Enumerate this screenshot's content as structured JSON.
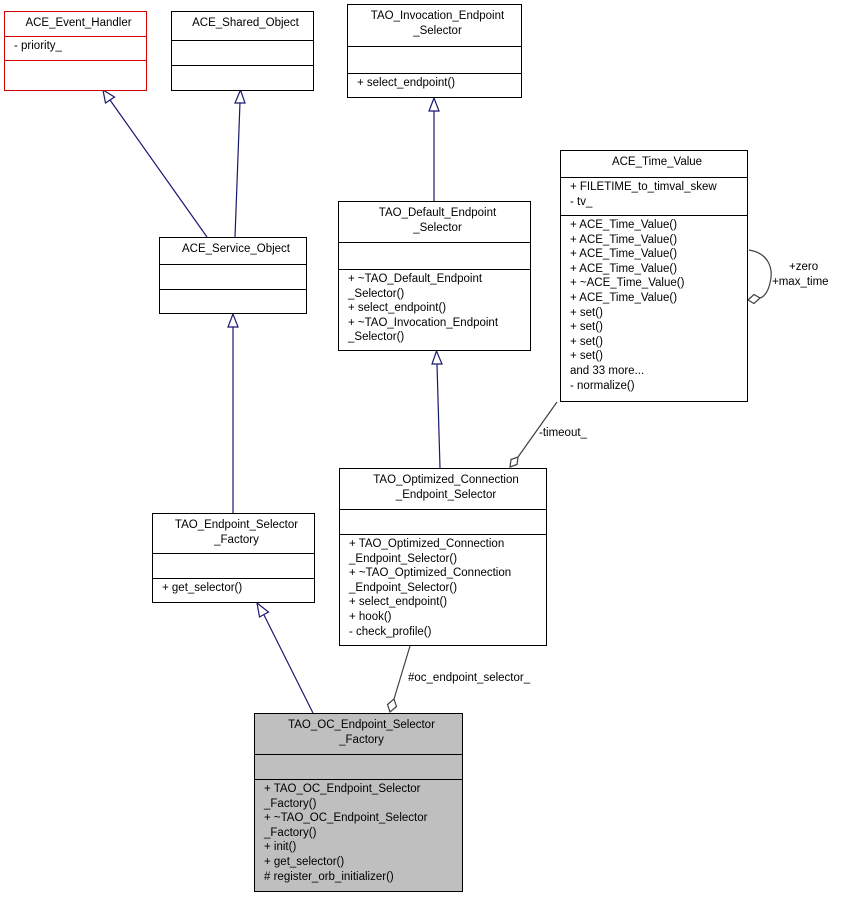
{
  "classes": {
    "event_handler": {
      "title": [
        "ACE_Event_Handler"
      ],
      "attributes": [
        "- priority_"
      ],
      "methods": []
    },
    "shared_object": {
      "title": [
        "ACE_Shared_Object"
      ],
      "attributes": [],
      "methods": []
    },
    "invocation_selector": {
      "title": [
        "TAO_Invocation_Endpoint",
        "_Selector"
      ],
      "attributes": [],
      "methods": [
        "+ select_endpoint()"
      ]
    },
    "time_value": {
      "title": [
        "ACE_Time_Value"
      ],
      "attributes": [
        "+ FILETIME_to_timval_skew",
        "- tv_"
      ],
      "methods": [
        "+ ACE_Time_Value()",
        "+ ACE_Time_Value()",
        "+ ACE_Time_Value()",
        "+ ACE_Time_Value()",
        "+ ~ACE_Time_Value()",
        "+ ACE_Time_Value()",
        "+ set()",
        "+ set()",
        "+ set()",
        "+ set()",
        "and 33 more...",
        "- normalize()"
      ]
    },
    "default_selector": {
      "title": [
        "TAO_Default_Endpoint",
        "_Selector"
      ],
      "attributes": [],
      "methods": [
        "+ ~TAO_Default_Endpoint",
        "_Selector()",
        "+ select_endpoint()",
        "+ ~TAO_Invocation_Endpoint",
        "_Selector()"
      ]
    },
    "service_object": {
      "title": [
        "ACE_Service_Object"
      ],
      "attributes": [],
      "methods": []
    },
    "optimized_selector": {
      "title": [
        "TAO_Optimized_Connection",
        "_Endpoint_Selector"
      ],
      "attributes": [],
      "methods": [
        "+ TAO_Optimized_Connection",
        "_Endpoint_Selector()",
        "+ ~TAO_Optimized_Connection",
        "_Endpoint_Selector()",
        "+ select_endpoint()",
        "+ hook()",
        "- check_profile()"
      ]
    },
    "selector_factory": {
      "title": [
        "TAO_Endpoint_Selector",
        "_Factory"
      ],
      "attributes": [],
      "methods": [
        "+ get_selector()"
      ]
    },
    "oc_factory": {
      "title": [
        "TAO_OC_Endpoint_Selector",
        "_Factory"
      ],
      "attributes": [],
      "methods": [
        "+ TAO_OC_Endpoint_Selector",
        "_Factory()",
        "+ ~TAO_OC_Endpoint_Selector",
        "_Factory()",
        "+ init()",
        "+ get_selector()",
        "# register_orb_initializer()"
      ]
    }
  },
  "edge_labels": {
    "zero": "+zero",
    "max_time": "+max_time",
    "timeout": "-timeout_",
    "oc_endpoint_selector": "#oc_endpoint_selector_"
  },
  "colors": {
    "inheritance_edge": "#191970",
    "association_edge": "#404040",
    "undocumented_border": "#d40000",
    "focus_fill": "#bfbfbf"
  }
}
